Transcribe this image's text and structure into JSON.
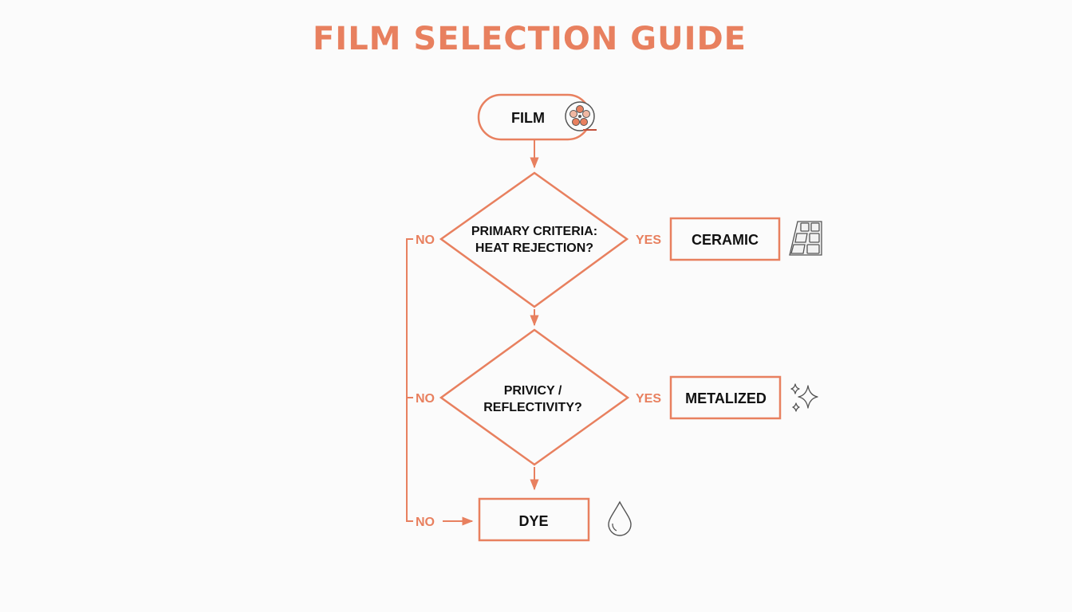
{
  "title": "FILM SELECTION GUIDE",
  "colors": {
    "accent": "#e8805f",
    "text": "#111111",
    "icon": "#555555",
    "background": "#fbfbfb"
  },
  "nodes": {
    "start": {
      "label": "FILM",
      "shape": "rounded",
      "icon": "film-reel-icon"
    },
    "q1": {
      "lines": [
        "PRIMARY CRITERIA:",
        "HEAT REJECTION?"
      ],
      "shape": "diamond"
    },
    "ceramic": {
      "label": "CERAMIC",
      "shape": "box",
      "icon": "ceramic-tiles-icon"
    },
    "q2": {
      "lines": [
        "PRIVICY /",
        "REFLECTIVITY?"
      ],
      "shape": "diamond"
    },
    "metalized": {
      "label": "METALIZED",
      "shape": "box",
      "icon": "sparkles-icon"
    },
    "dye": {
      "label": "DYE",
      "shape": "box",
      "icon": "droplet-icon"
    }
  },
  "edges": {
    "q1_yes": "YES",
    "q1_no": "NO",
    "q2_yes": "YES",
    "q2_no": "NO",
    "to_dye_no": "NO"
  }
}
